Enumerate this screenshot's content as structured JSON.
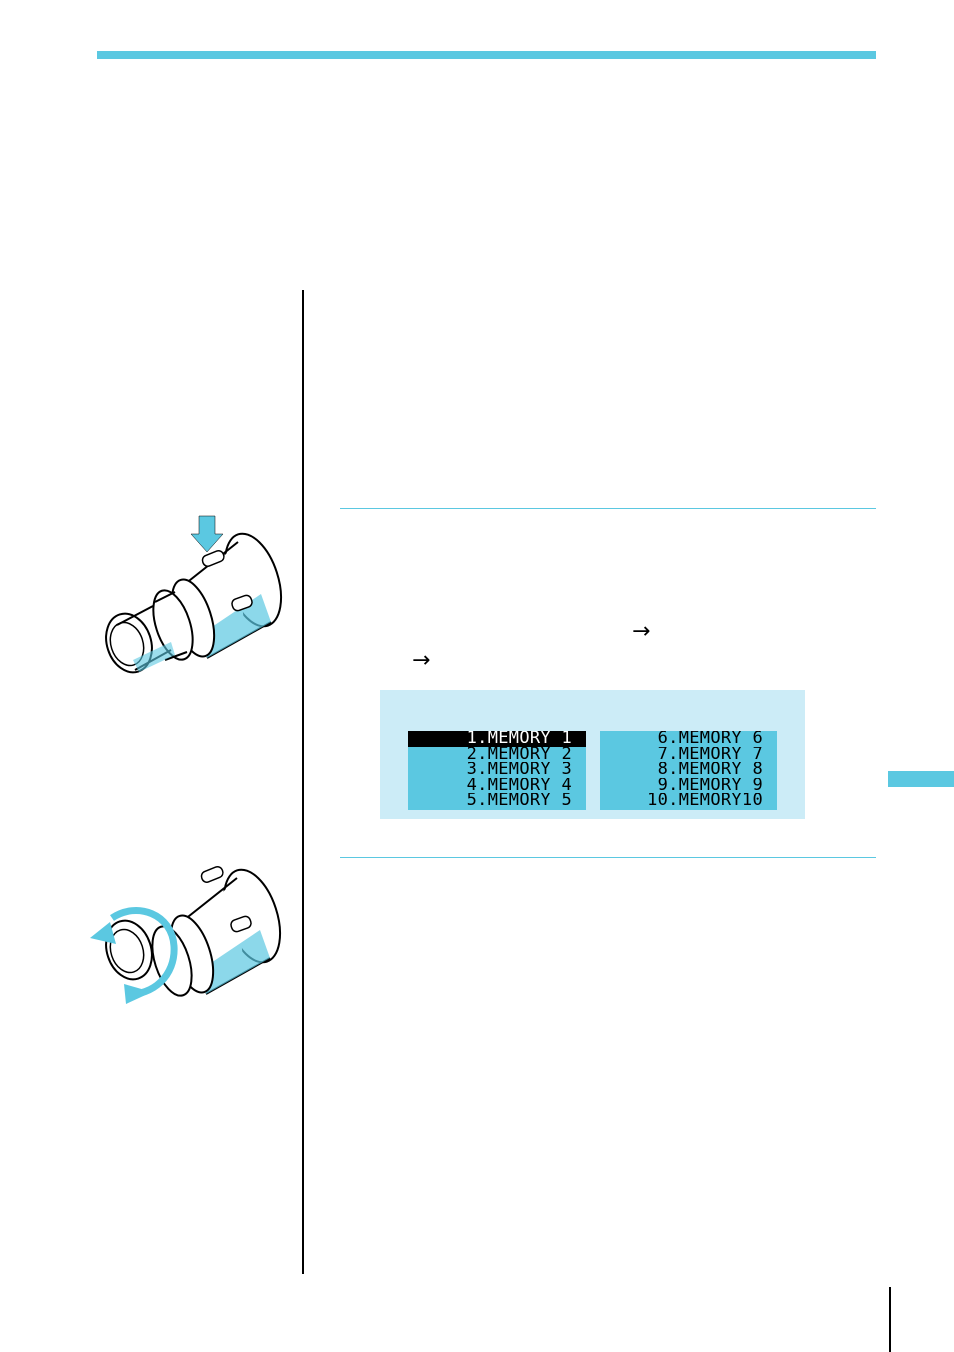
{
  "arrows": {
    "first": "→",
    "second": "→"
  },
  "memory_menu": {
    "left_column": [
      "1.MEMORY 1",
      "2.MEMORY 2",
      "3.MEMORY 3",
      "4.MEMORY 4",
      "5.MEMORY 5"
    ],
    "right_column": [
      "6.MEMORY 6",
      "7.MEMORY 7",
      "8.MEMORY 8",
      "9.MEMORY 9",
      "10.MEMORY10"
    ],
    "selected_index": 0
  },
  "colors": {
    "accent": "#5bc8e1",
    "panel": "#ccecf7",
    "selection": "#000000"
  },
  "illustrations": [
    "press-knob",
    "rotate-knob"
  ]
}
